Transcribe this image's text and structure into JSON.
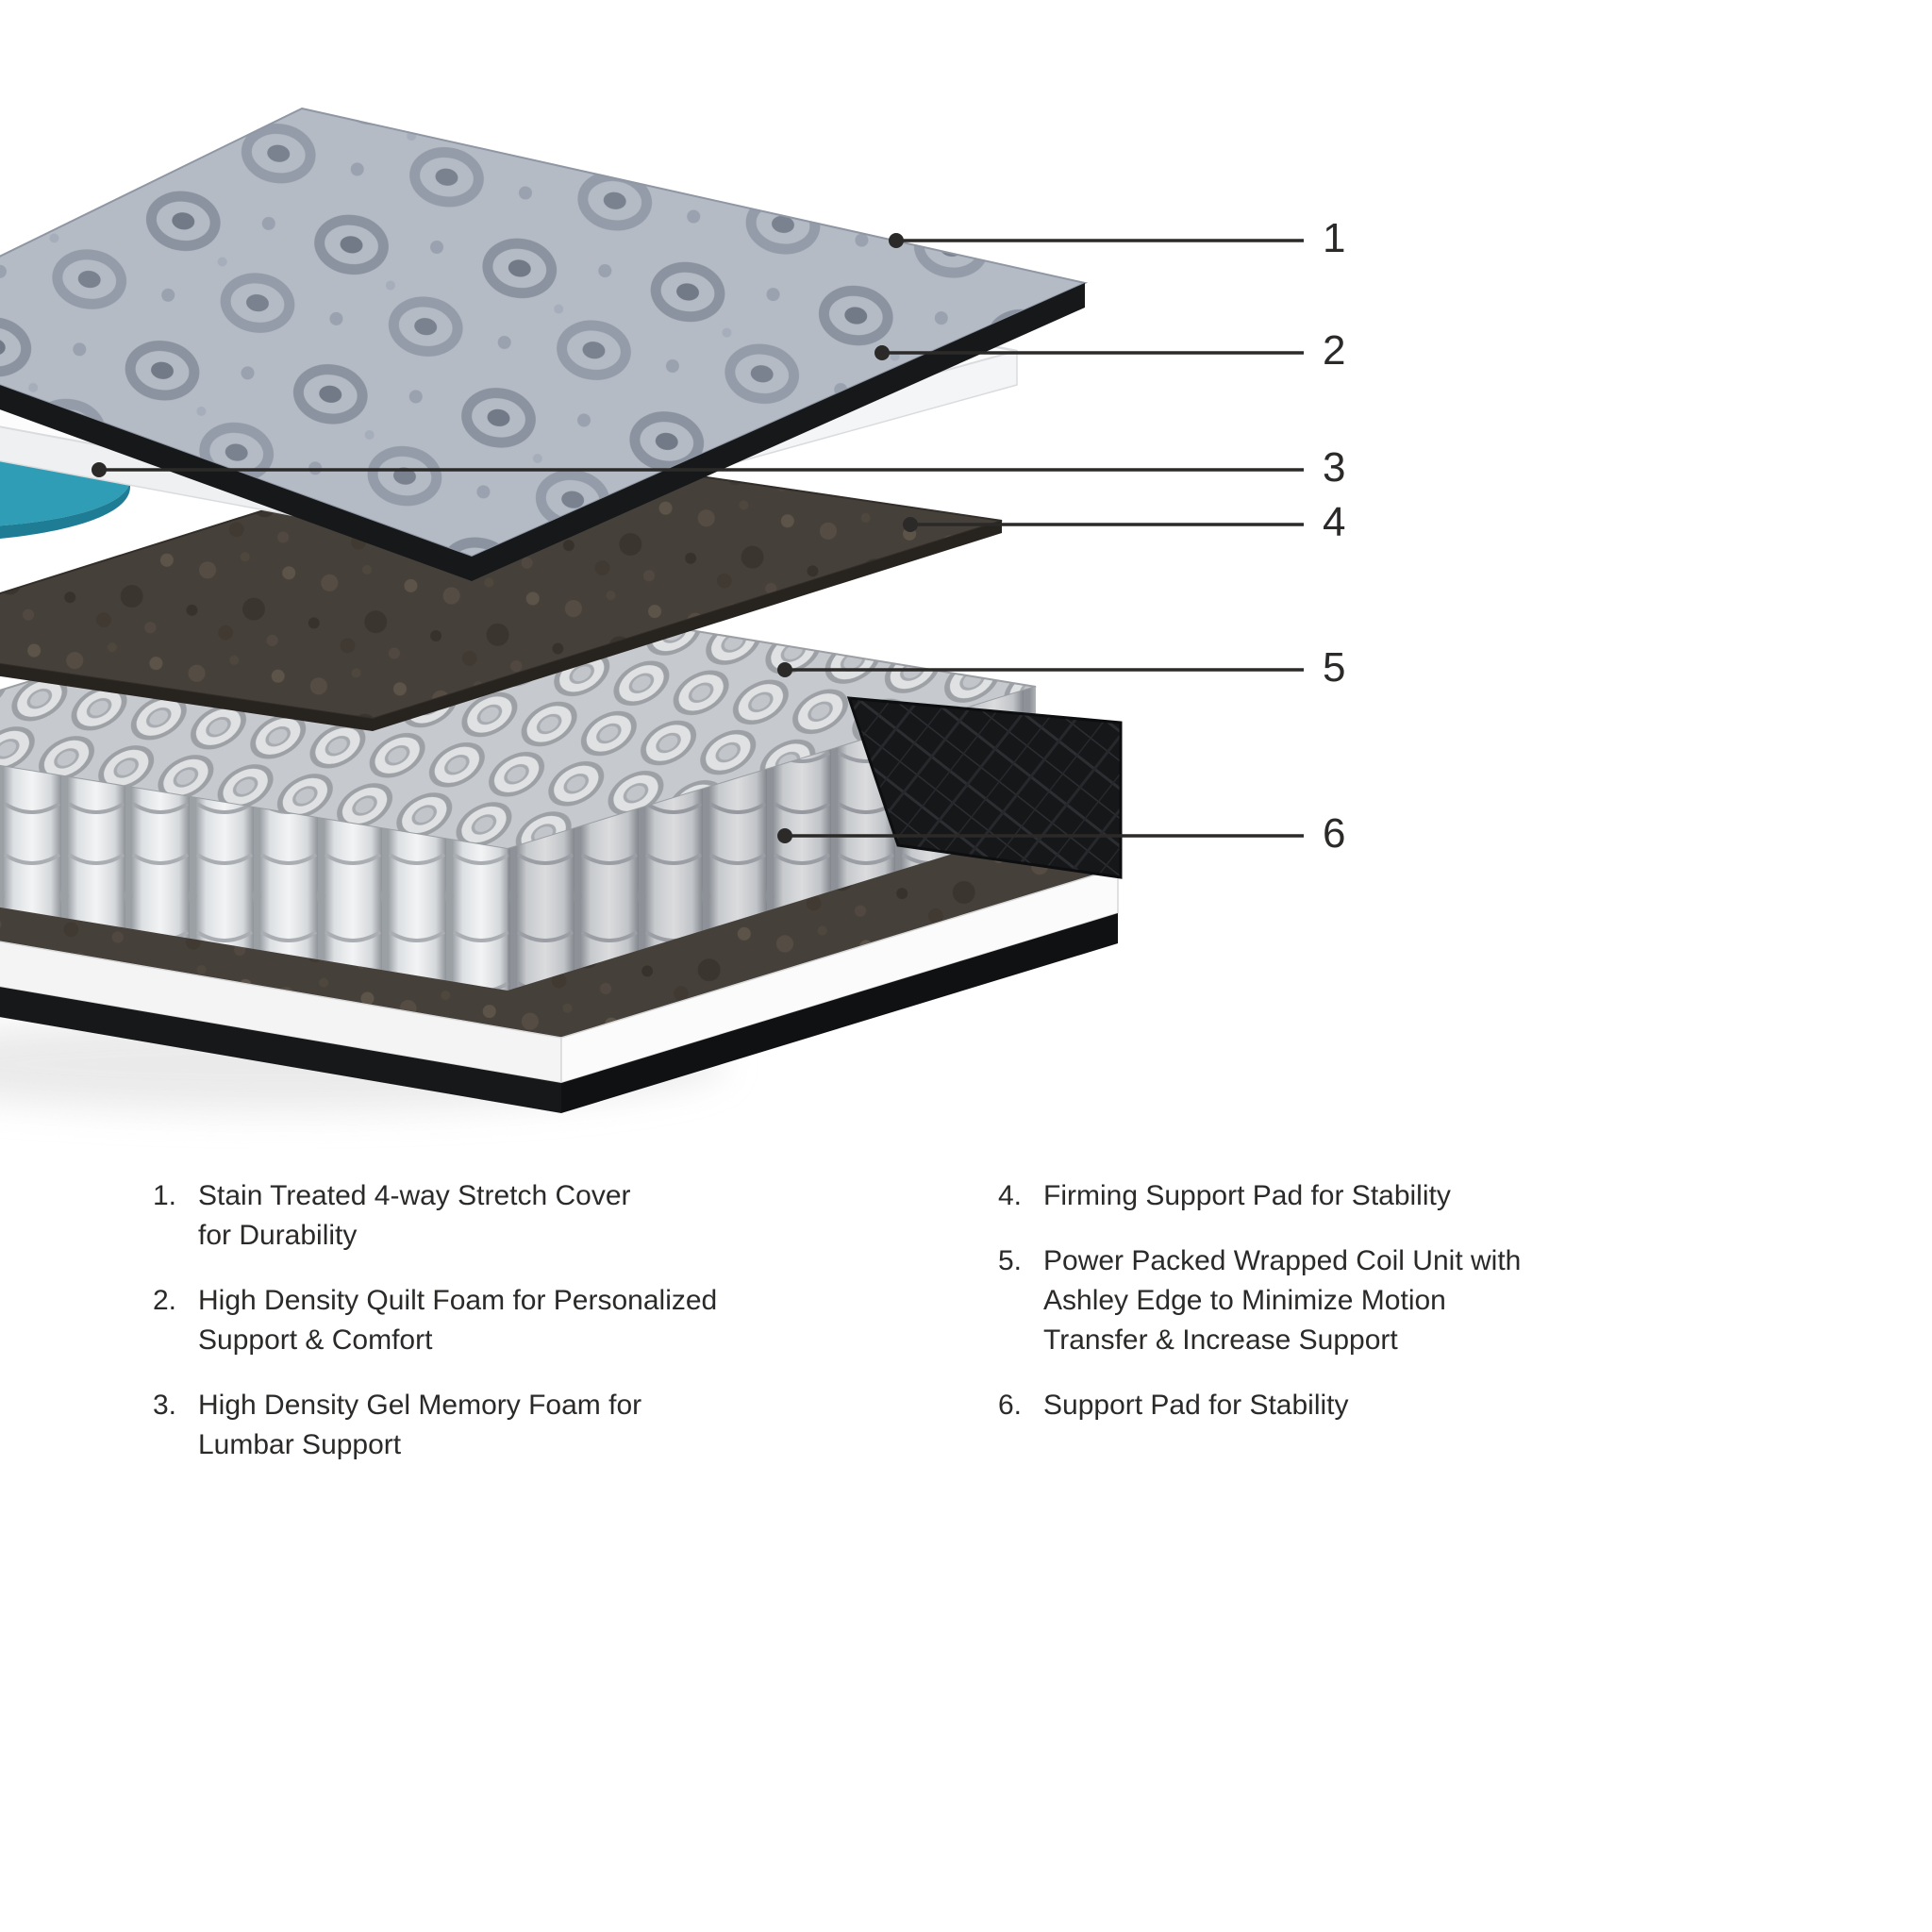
{
  "callouts": [
    {
      "number": "1"
    },
    {
      "number": "2"
    },
    {
      "number": "3"
    },
    {
      "number": "4"
    },
    {
      "number": "5"
    },
    {
      "number": "6"
    }
  ],
  "legend": {
    "left": [
      {
        "number": "1.",
        "text": "Stain Treated 4-way Stretch Cover\nfor Durability"
      },
      {
        "number": "2.",
        "text": "High Density Quilt Foam for Personalized\nSupport & Comfort"
      },
      {
        "number": "3.",
        "text": "High Density Gel Memory Foam for\nLumbar Support"
      }
    ],
    "right": [
      {
        "number": "4.",
        "text": "Firming Support Pad for Stability"
      },
      {
        "number": "5.",
        "text": "Power Packed Wrapped Coil Unit with\nAshley Edge to Minimize Motion\nTransfer & Increase Support"
      },
      {
        "number": "6.",
        "text": "Support Pad for Stability"
      }
    ]
  },
  "colors": {
    "gel_foam_teal": "#2F9DB6",
    "text": "#2B2A29"
  }
}
